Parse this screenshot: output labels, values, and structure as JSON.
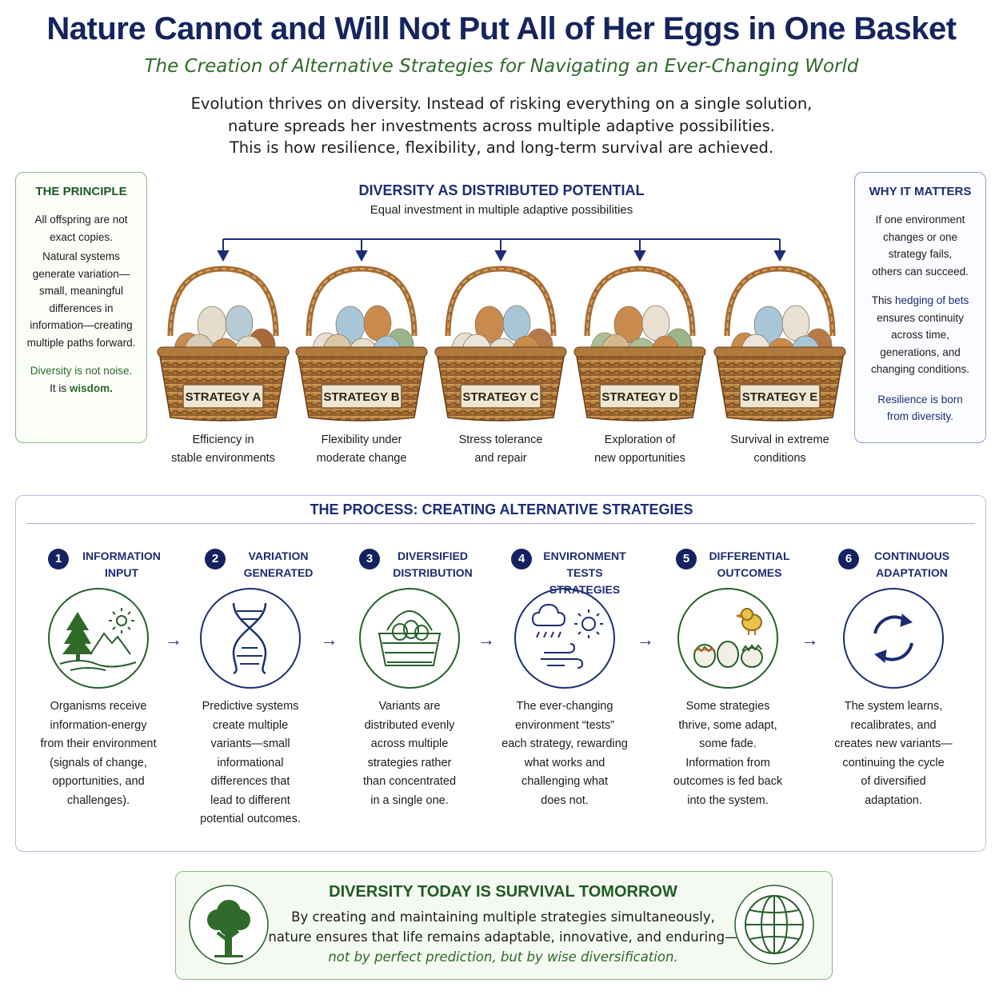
{
  "header": {
    "title": "Nature Cannot and Will Not Put All of Her Eggs in One Basket",
    "subtitle": "The Creation of Alternative Strategies for Navigating an Ever-Changing World",
    "intro": [
      "Evolution thrives on diversity. Instead of risking everything on a single solution,",
      "nature spreads her investments across multiple adaptive possibilities.",
      "This is how resilience, flexibility, and long-term survival are achieved."
    ]
  },
  "principle": {
    "title": "THE PRINCIPLE",
    "p1": [
      "All offspring are not",
      "exact copies."
    ],
    "p2": [
      "Natural systems",
      "generate variation—",
      "small, meaningful",
      "differences in",
      "information—creating",
      "multiple paths forward."
    ],
    "p3_line1": "Diversity is not noise.",
    "p3_line2_pre": "It is ",
    "p3_line2_bold": "wisdom."
  },
  "why": {
    "title": "WHY IT MATTERS",
    "p1": [
      "If one environment",
      "changes or one",
      "strategy fails,",
      "others can succeed."
    ],
    "p2_pre": "This ",
    "p2_highlight": "hedging of bets",
    "p2_rest": [
      "ensures continuity",
      "across time,",
      "generations, and",
      "changing conditions."
    ],
    "p3": [
      "Resilience is born",
      "from diversity."
    ]
  },
  "diversity": {
    "title": "DIVERSITY AS DISTRIBUTED POTENTIAL",
    "subtitle": "Equal investment in multiple adaptive possibilities",
    "strategies": [
      {
        "label": "STRATEGY A",
        "caption": [
          "Efficiency in",
          "stable environments"
        ]
      },
      {
        "label": "STRATEGY B",
        "caption": [
          "Flexibility under",
          "moderate change"
        ]
      },
      {
        "label": "STRATEGY C",
        "caption": [
          "Stress tolerance",
          "and repair"
        ]
      },
      {
        "label": "STRATEGY D",
        "caption": [
          "Exploration of",
          "new opportunities"
        ]
      },
      {
        "label": "STRATEGY E",
        "caption": [
          "Survival in extreme",
          "conditions"
        ]
      }
    ]
  },
  "process": {
    "title": "THE PROCESS: CREATING ALTERNATIVE STRATEGIES",
    "steps": [
      {
        "num": "1",
        "title": [
          "INFORMATION",
          "INPUT"
        ],
        "icon": "landscape-icon",
        "desc": [
          "Organisms receive",
          "information-energy",
          "from their environment",
          "(signals of change,",
          "opportunities, and",
          "challenges)."
        ]
      },
      {
        "num": "2",
        "title": [
          "VARIATION",
          "GENERATED"
        ],
        "icon": "dna-icon",
        "desc": [
          "Predictive systems",
          "create multiple",
          "variants—small",
          "informational",
          "differences that",
          "lead to different",
          "potential outcomes."
        ]
      },
      {
        "num": "3",
        "title": [
          "DIVERSIFIED",
          "DISTRIBUTION"
        ],
        "icon": "basket-icon",
        "desc": [
          "Variants are",
          "distributed evenly",
          "across multiple",
          "strategies rather",
          "than concentrated",
          "in a single one."
        ]
      },
      {
        "num": "4",
        "title": [
          "ENVIRONMENT",
          "TESTS STRATEGIES"
        ],
        "icon": "weather-icon",
        "desc": [
          "The ever-changing",
          "environment “tests”",
          "each strategy, rewarding",
          "what works and",
          "challenging what",
          "does not."
        ]
      },
      {
        "num": "5",
        "title": [
          "DIFFERENTIAL",
          "OUTCOMES"
        ],
        "icon": "hatching-chick-icon",
        "desc": [
          "Some strategies",
          "thrive, some adapt,",
          "some fade.",
          "Information from",
          "outcomes is fed back",
          "into the system."
        ]
      },
      {
        "num": "6",
        "title": [
          "CONTINUOUS",
          "ADAPTATION"
        ],
        "icon": "cycle-arrows-icon",
        "desc": [
          "The system learns,",
          "recalibrates, and",
          "creates new variants—",
          "continuing the cycle",
          "of diversified",
          "adaptation."
        ]
      }
    ]
  },
  "bottom": {
    "title": "DIVERSITY TODAY IS SURVIVAL TOMORROW",
    "line1": "By creating and maintaining multiple strategies simultaneously,",
    "line2": "nature ensures that life remains adaptable, innovative, and enduring—",
    "line3": "not by perfect prediction, but by wise diversification.",
    "left_icon": "tree-icon",
    "right_icon": "globe-icon"
  },
  "colors": {
    "navy": "#16245e",
    "green": "#2f6a2a",
    "basket": "#b07a3e"
  }
}
